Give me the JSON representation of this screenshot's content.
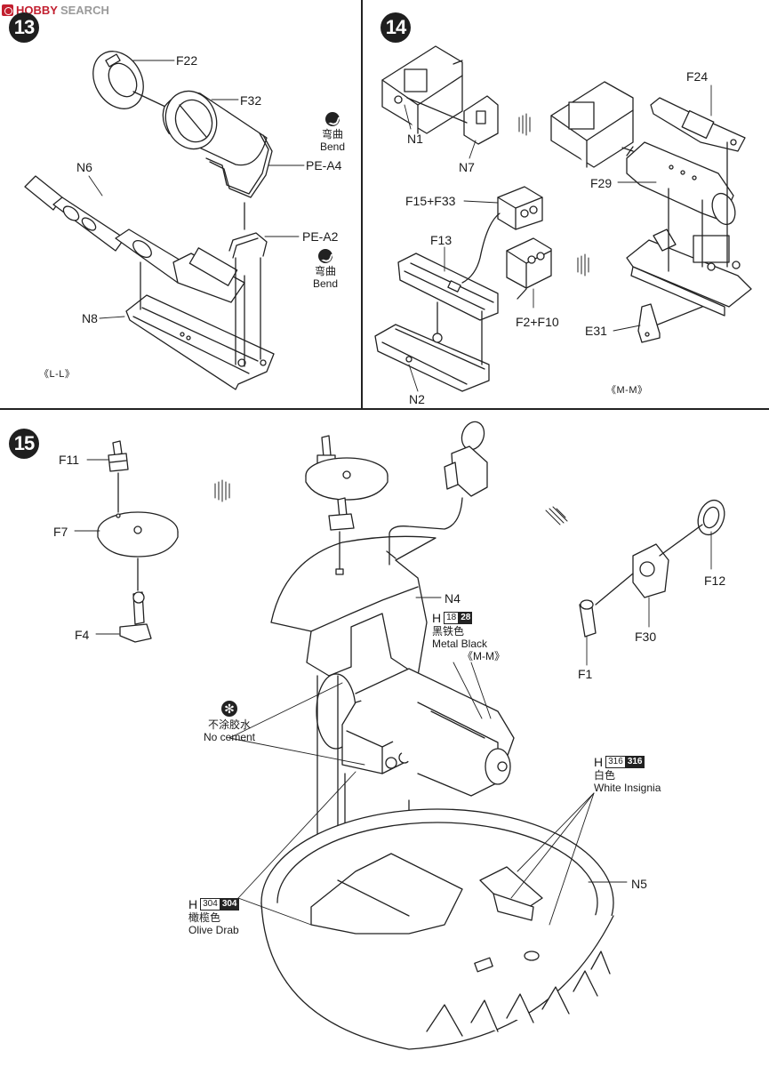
{
  "header": {
    "logo": "HOBBY",
    "site": "SEARCH"
  },
  "steps": {
    "s13": "13",
    "s14": "14",
    "s15": "15"
  },
  "step13": {
    "labels": {
      "f22": "F22",
      "f32": "F32",
      "pe_a4": "PE-A4",
      "n6": "N6",
      "pe_a2": "PE-A2",
      "n8": "N8"
    },
    "bend1": {
      "cn": "弯曲",
      "en": "Bend"
    },
    "bend2": {
      "cn": "弯曲",
      "en": "Bend"
    },
    "section": "《L-L》"
  },
  "step14": {
    "labels": {
      "n1": "N1",
      "n7": "N7",
      "f24": "F24",
      "f29": "F29",
      "f15f33": "F15+F33",
      "f13": "F13",
      "f2f10": "F2+F10",
      "e31": "E31",
      "n2": "N2"
    },
    "section": "《M-M》"
  },
  "step15": {
    "labels": {
      "f11": "F11",
      "f7": "F7",
      "f4": "F4",
      "n4": "N4",
      "f12": "F12",
      "f30": "F30",
      "f1": "F1",
      "n5": "N5"
    },
    "paint_metal": {
      "h": "H",
      "c1": "18",
      "c2": "28",
      "cn": "黑铁色",
      "en": "Metal  Black",
      "section": "《M-M》"
    },
    "no_cement": {
      "symbol": "✻",
      "cn": "不涂胶水",
      "en": "No cement"
    },
    "paint_white": {
      "h": "H",
      "c1": "316",
      "c2": "316",
      "cn": "白色",
      "en": "White Insignia"
    },
    "paint_olive": {
      "h": "H",
      "c1": "304",
      "c2": "304",
      "cn": "橄榄色",
      "en": "Olive Drab"
    }
  }
}
